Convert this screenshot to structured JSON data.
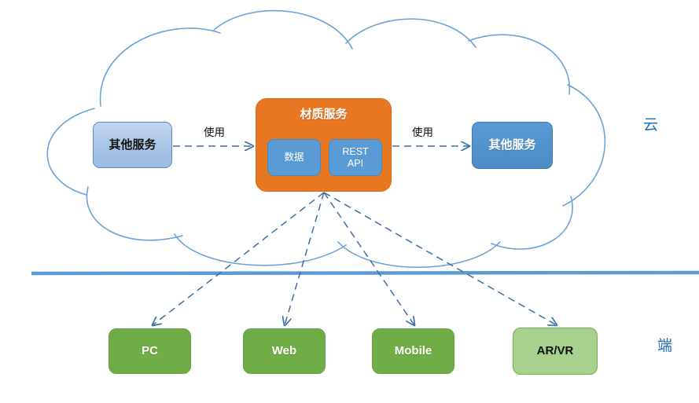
{
  "diagram": {
    "title_present": false,
    "zones": [
      {
        "name": "cloud-zone",
        "label": "云"
      },
      {
        "name": "client-zone",
        "label": "端"
      }
    ],
    "cloud": {
      "name": "cloud-boundary",
      "stroke": "#5b9bd5"
    },
    "divider": {
      "name": "cloud-client-divider",
      "color": "#5b9bd5"
    },
    "nodes": {
      "left_service": {
        "label": "其他服务",
        "fill": "#a8c4e6",
        "text_color": "#111111"
      },
      "right_service": {
        "label": "其他服务",
        "fill": "#5b9bd5",
        "text_color": "#ffffff"
      },
      "material_service": {
        "label": "材质服务",
        "fill": "#e87722",
        "text_color": "#ffffff",
        "children": [
          {
            "label": "数据",
            "fill": "#5b9bd5"
          },
          {
            "label": "REST\nAPI",
            "line1": "REST",
            "line2": "API",
            "fill": "#5b9bd5"
          }
        ]
      },
      "clients": [
        {
          "label": "PC",
          "fill": "#70ad47",
          "text_color": "#ffffff"
        },
        {
          "label": "Web",
          "fill": "#70ad47",
          "text_color": "#ffffff"
        },
        {
          "label": "Mobile",
          "fill": "#70ad47",
          "text_color": "#ffffff"
        },
        {
          "label": "AR/VR",
          "fill": "#a9d18e",
          "text_color": "#111111"
        }
      ]
    },
    "edges": [
      {
        "name": "edge-left-to-material",
        "label": "使用",
        "style": "dashed",
        "direction": "right"
      },
      {
        "name": "edge-material-to-right",
        "label": "使用",
        "style": "dashed",
        "direction": "right"
      },
      {
        "name": "edge-material-to-pc",
        "label": "",
        "style": "dashed",
        "direction": "down-left"
      },
      {
        "name": "edge-material-to-web",
        "label": "",
        "style": "dashed",
        "direction": "down-left"
      },
      {
        "name": "edge-material-to-mobile",
        "label": "",
        "style": "dashed",
        "direction": "down-right"
      },
      {
        "name": "edge-material-to-arvr",
        "label": "",
        "style": "dashed",
        "direction": "down-right"
      }
    ]
  }
}
